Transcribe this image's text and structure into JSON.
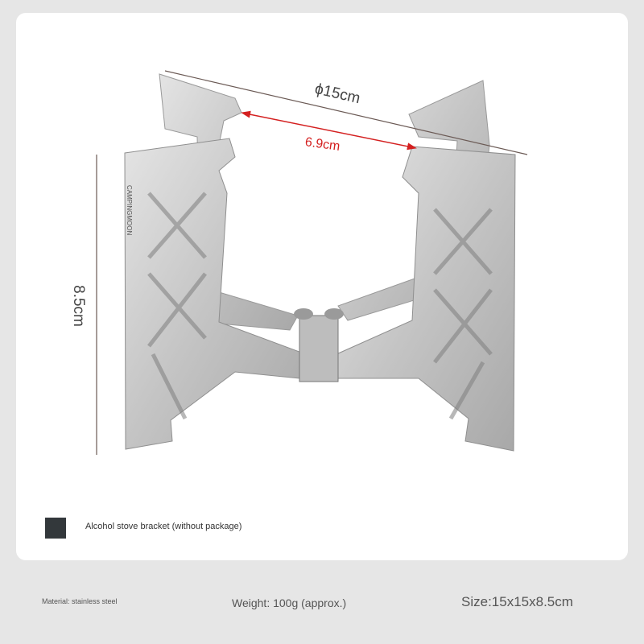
{
  "product": {
    "brand_engraving": "CAMPINGMOON",
    "dimensions": {
      "diameter": "ϕ15cm",
      "inner": "6.9cm",
      "height": "8.5cm"
    },
    "color_option": {
      "swatch_color": "#33383b",
      "label": "Alcohol stove bracket (without package)"
    }
  },
  "specs": {
    "material": "Material: stainless steel",
    "weight": "Weight: 100g (approx.)",
    "size": "Size:15x15x8.5cm"
  },
  "colors": {
    "background": "#e6e6e6",
    "card": "#ffffff",
    "dimension_line": "#6b5a55",
    "accent_red": "#d42020"
  }
}
